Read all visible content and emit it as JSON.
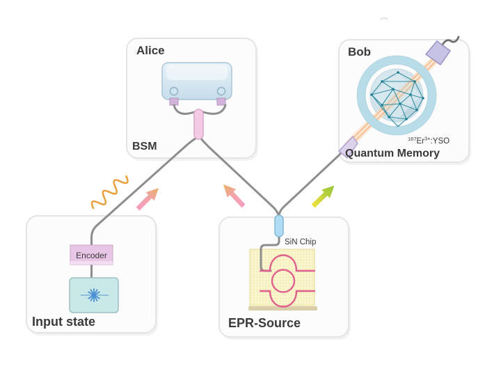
{
  "diagram": {
    "background": "#ffffff",
    "alice": {
      "title": "Alice",
      "sublabel": "BSM"
    },
    "bob": {
      "title": "Bob",
      "sublabel": "Quantum Memory",
      "crystal_label": {
        "isotope": "167",
        "element": "Er",
        "charge": "3+",
        "host": ":YSO"
      }
    },
    "input_state": {
      "title": "Input state",
      "encoder": "Encoder"
    },
    "epr_source": {
      "title": "EPR-Source",
      "chip": "SiN Chip"
    },
    "colors": {
      "fiber": "#8d8d8d",
      "photon_wave": "#e9a13f",
      "arrow_pink_start": "#f49fc0",
      "arrow_pink_end": "#e8b166",
      "arrow_green_start": "#eee23e",
      "arrow_green_end": "#95c43c",
      "waveguide": "#e0618f",
      "beam": "#f5b98c",
      "memory_ring": "#b9dce9",
      "crystal_edge": "#2d8aa0",
      "bsm_splitter": "#f3cbe4",
      "wdm_splitter": "#b0dcf4",
      "encoder_fill": "#e8c6e6",
      "laser_fill": "#c9e8e8",
      "chip_fill": "#fbf7d2",
      "box_border": "#e4e4e4",
      "title_color": "#3a3a3a"
    }
  }
}
